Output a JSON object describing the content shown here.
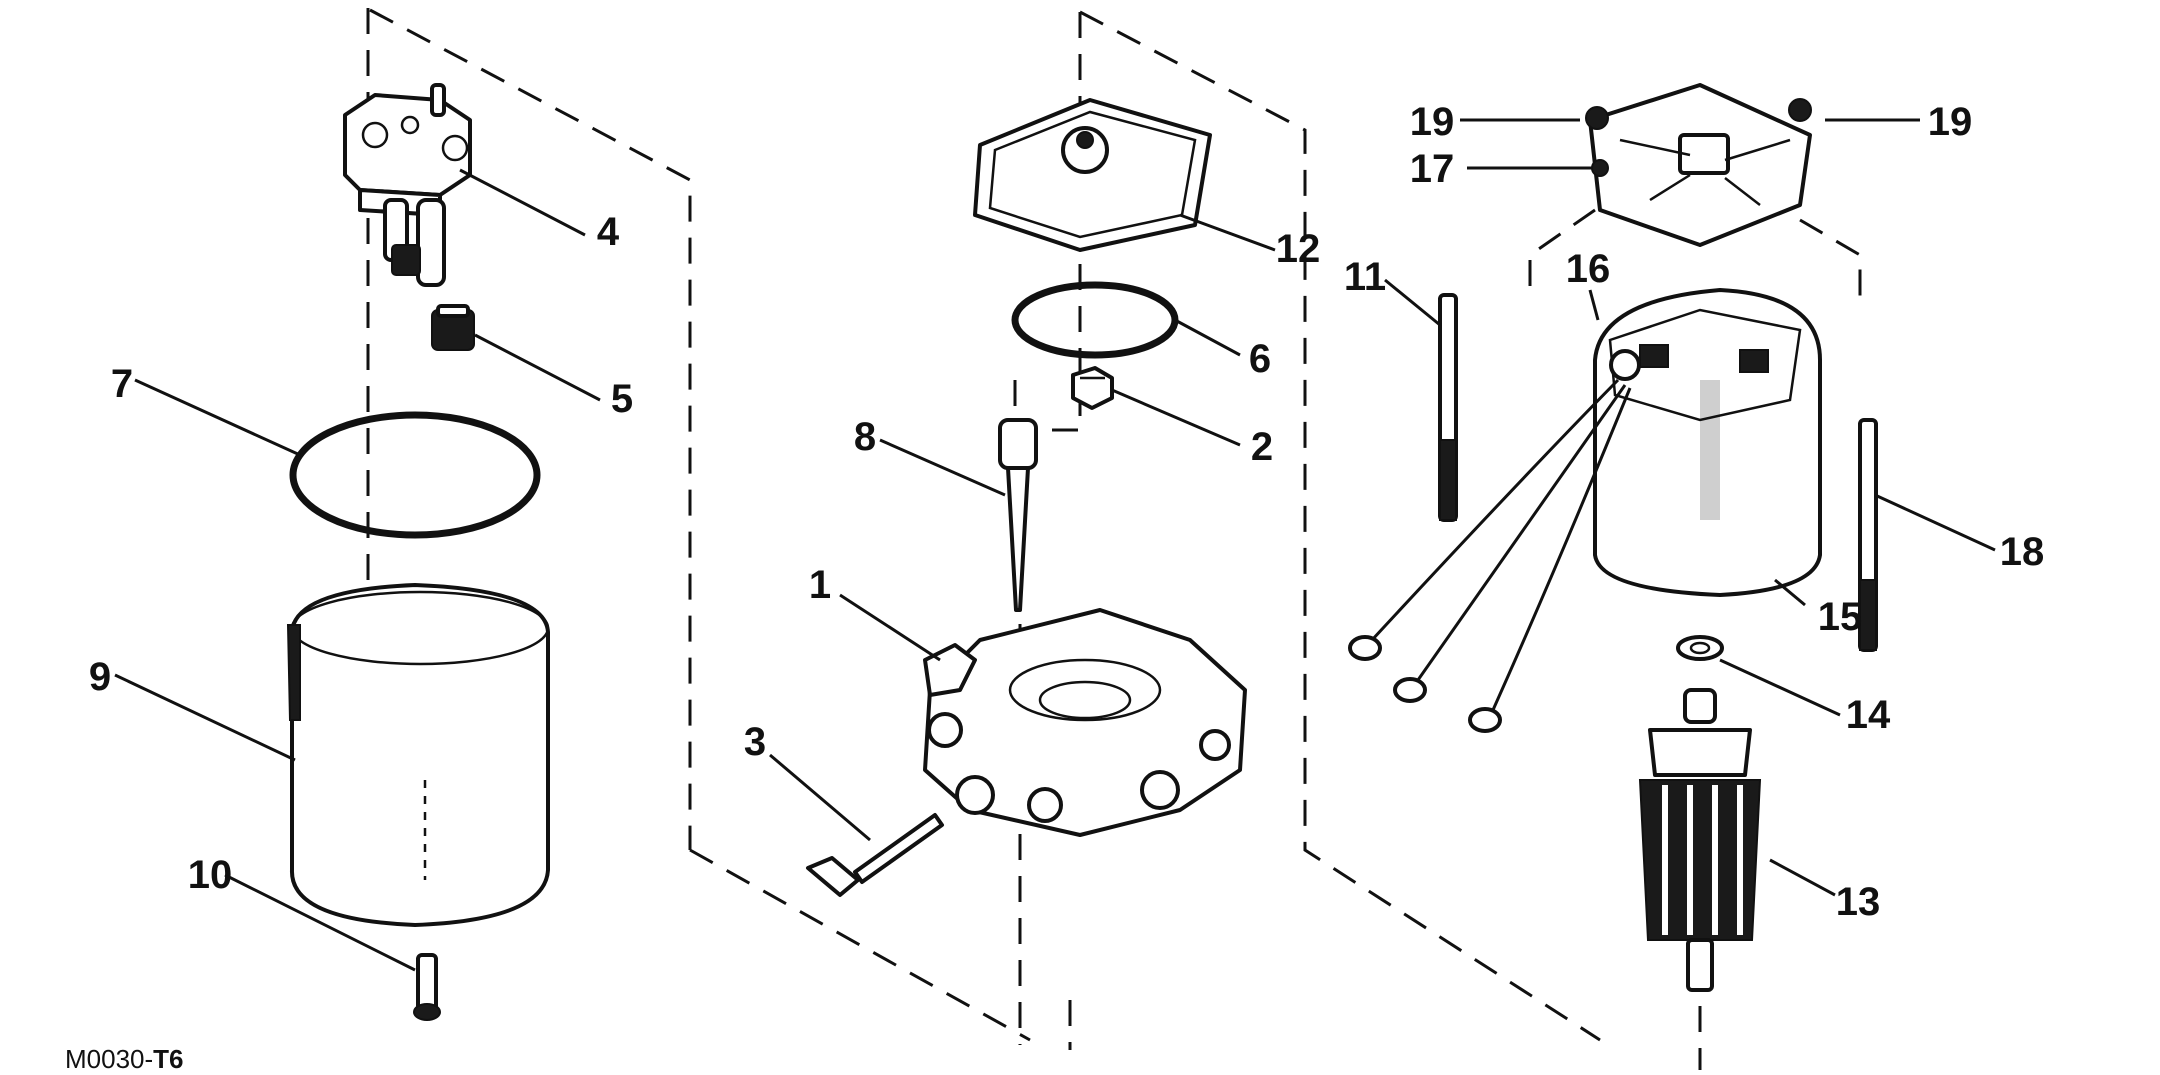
{
  "figure_code": {
    "prefix": "M0030-",
    "suffix": "T6"
  },
  "callouts": {
    "c1": "1",
    "c2": "2",
    "c3": "3",
    "c4": "4",
    "c5": "5",
    "c6": "6",
    "c7": "7",
    "c8": "8",
    "c9": "9",
    "c10": "10",
    "c11": "11",
    "c12": "12",
    "c13": "13",
    "c14": "14",
    "c15": "15",
    "c16": "16",
    "c17": "17",
    "c18": "18",
    "c19a": "19",
    "c19b": "19"
  }
}
